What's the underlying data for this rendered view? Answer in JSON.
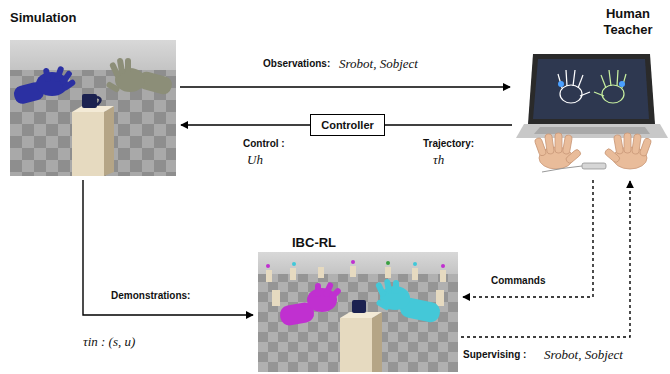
{
  "diagram": {
    "nodes": [
      {
        "text": [
          "Simulation"
        ]
      },
      {
        "text": [
          "Human Teacher"
        ]
      },
      {
        "text": [
          "Controller"
        ]
      },
      {
        "text": [
          "IBC-RL"
        ]
      }
    ],
    "edges": [
      {
        "from": 0,
        "to": 1,
        "arrow": "to",
        "label": "Observations:"
      },
      {
        "from": 1,
        "to": 2,
        "arrow": "none",
        "label": "Trajectory:"
      },
      {
        "from": 2,
        "to": 0,
        "arrow": "to",
        "label": "Control :"
      },
      {
        "from": 0,
        "to": 3,
        "arrow": "to",
        "label": "Demonstrations:"
      },
      {
        "from": 1,
        "to": 3,
        "arrow": "to",
        "label": "Commands"
      },
      {
        "from": 3,
        "to": 1,
        "arrow": "to",
        "label": "Supervising :"
      }
    ],
    "labels": [
      "Srobot, Sobject",
      "Uh",
      "τh",
      "τin : (s, u)",
      "Srobot, Sobject"
    ]
  }
}
